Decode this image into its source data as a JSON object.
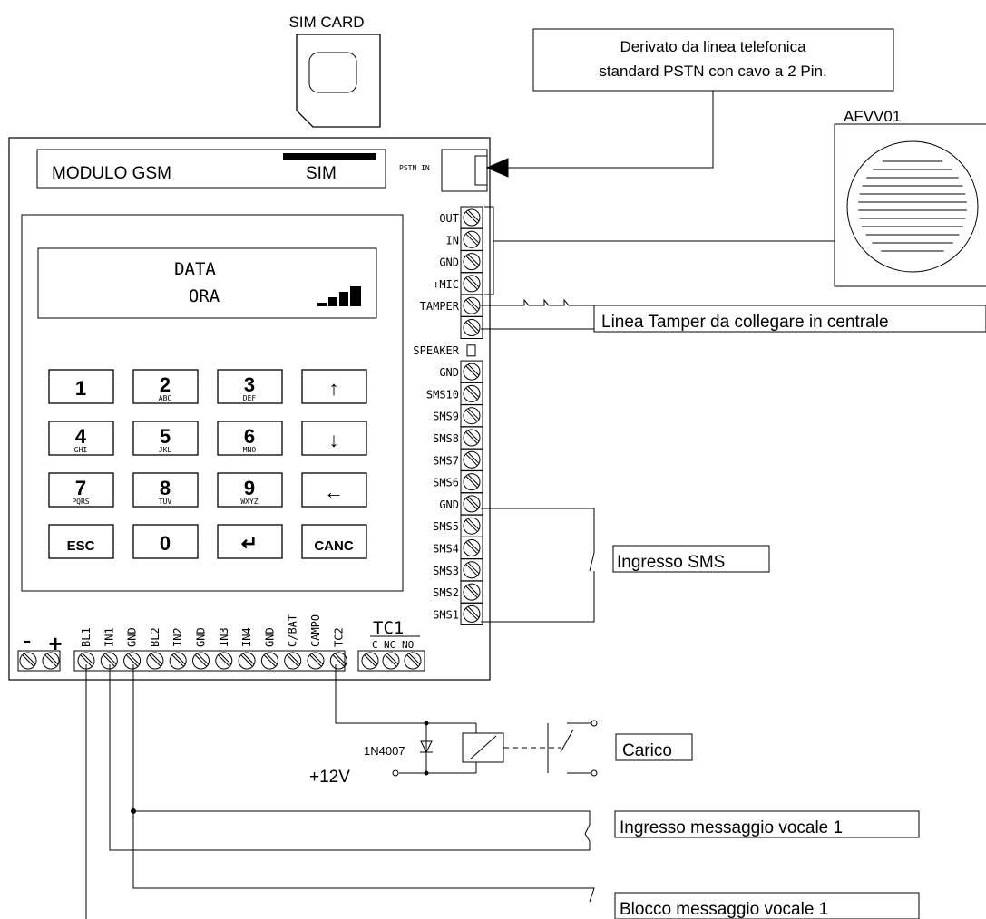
{
  "sim_card": {
    "label": "SIM CARD"
  },
  "pstn_note": {
    "line1": "Derivato da linea telefonica",
    "line2": "standard PSTN con cavo a 2 Pin."
  },
  "speaker": {
    "label": "AFVV01"
  },
  "module": {
    "title": "MODULO GSM",
    "sim_slot": "SIM",
    "pstn_in": "PSTN IN",
    "display": {
      "line1": "DATA",
      "line2": "ORA"
    }
  },
  "keypad": {
    "keys": [
      {
        "main": "1",
        "sub": ""
      },
      {
        "main": "2",
        "sub": "ABC"
      },
      {
        "main": "3",
        "sub": "DEF"
      },
      {
        "main": "↑",
        "sub": ""
      },
      {
        "main": "4",
        "sub": "GHI"
      },
      {
        "main": "5",
        "sub": "JKL"
      },
      {
        "main": "6",
        "sub": "MNO"
      },
      {
        "main": "↓",
        "sub": ""
      },
      {
        "main": "7",
        "sub": "PQRS"
      },
      {
        "main": "8",
        "sub": "TUV"
      },
      {
        "main": "9",
        "sub": "WXYZ"
      },
      {
        "main": "←",
        "sub": ""
      },
      {
        "main": "ESC",
        "sub": ""
      },
      {
        "main": "0",
        "sub": ""
      },
      {
        "main": "↵",
        "sub": ""
      },
      {
        "main": "CANC",
        "sub": ""
      }
    ]
  },
  "right_terminals": [
    "OUT",
    "IN",
    "GND",
    "+MIC",
    "TAMPER",
    "",
    "SPEAKER",
    "GND",
    "SMS10",
    "SMS9",
    "SMS8",
    "SMS7",
    "SMS6",
    "GND",
    "SMS5",
    "SMS4",
    "SMS3",
    "SMS2",
    "SMS1"
  ],
  "bottom_terminals": [
    "BL1",
    "IN1",
    "GND",
    "BL2",
    "IN2",
    "GND",
    "IN3",
    "IN4",
    "GND",
    "C/BAT",
    "CAMPO",
    "TC2"
  ],
  "power": {
    "minus": "-",
    "plus": "+"
  },
  "tc1": {
    "label": "TC1",
    "contacts": [
      "C",
      "NC",
      "NO"
    ]
  },
  "notes": {
    "tamper": "Linea Tamper da collegare in centrale",
    "sms": "Ingresso SMS",
    "carico": "Carico",
    "diode": "1N4007",
    "supply": "+12V",
    "voice_in": "Ingresso messaggio vocale 1",
    "voice_block": "Blocco messaggio vocale 1"
  }
}
